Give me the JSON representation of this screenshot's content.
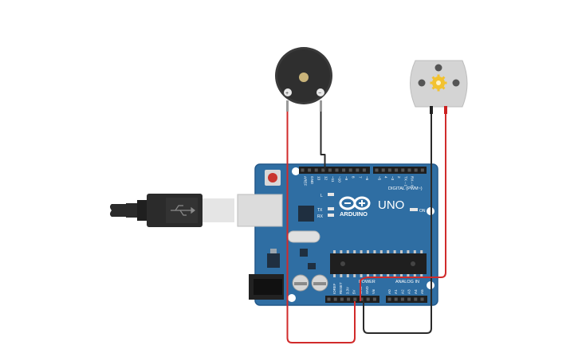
{
  "board": {
    "brand": "ARDUINO",
    "model": "UNO",
    "digital_header": "DIGITAL (PWM~)",
    "power_header": "POWER",
    "analog_header": "ANALOG IN",
    "on_label": "ON",
    "led_l": "L",
    "led_tx": "TX",
    "led_rx": "RX",
    "digital_pins": [
      "AREF",
      "GND",
      "13",
      "12",
      "~11",
      "~10",
      "~9",
      "8",
      "7",
      "~6",
      "~5",
      "4",
      "~3",
      "2",
      "TX→1",
      "RX←0"
    ],
    "power_pins": [
      "IOREF",
      "RESET",
      "3.3V",
      "5V",
      "GND",
      "GND",
      "Vin"
    ],
    "analog_pins": [
      "A0",
      "A1",
      "A2",
      "A3",
      "A4",
      "A5"
    ]
  },
  "buzzer": {
    "plus": "+",
    "minus": "−"
  },
  "colors": {
    "board": "#2f6ea3",
    "board_edge": "#24598a",
    "wire_red": "#d12b2b",
    "wire_black": "#2a2a2a",
    "buzzer": "#3a3a3a",
    "motor": "#d4d4d4",
    "gear": "#f2c230"
  },
  "icons": {
    "usb": "usb-icon",
    "gear": "gear-icon"
  }
}
